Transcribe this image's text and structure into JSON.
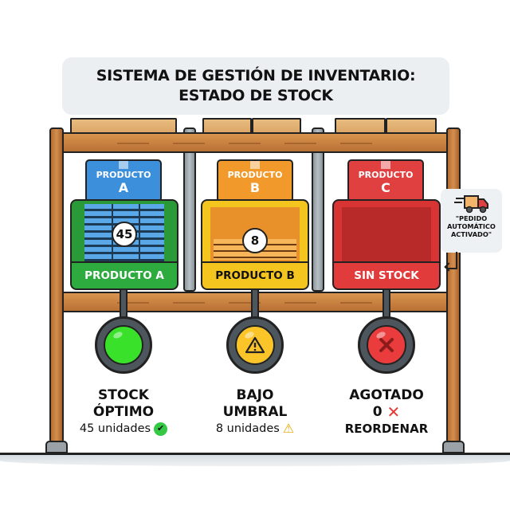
{
  "title": {
    "line1": "SISTEMA DE GESTIÓN DE INVENTARIO:",
    "line2": "ESTADO DE STOCK"
  },
  "products": [
    {
      "box_label": "PRODUCTO",
      "box_letter": "A",
      "bin_label": "PRODUCTO A",
      "count": "45",
      "status_title_1": "STOCK",
      "status_title_2": "ÓPTIMO",
      "status_sub": "45 unidades",
      "status_icon": "check-circle-icon",
      "light": "green",
      "colors": {
        "box": "#3b8fdb",
        "bin": "#2eab3f",
        "light": "#39e12b"
      }
    },
    {
      "box_label": "PRODUCTO",
      "box_letter": "B",
      "bin_label": "PRODUCTO B",
      "count": "8",
      "status_title_1": "BAJO",
      "status_title_2": "UMBRAL",
      "status_sub": "8 unidades",
      "status_icon": "warning-triangle-icon",
      "light": "yellow",
      "colors": {
        "box": "#f2992c",
        "bin": "#f4c51e",
        "light": "#fbc52a"
      }
    },
    {
      "box_label": "PRODUCTO",
      "box_letter": "C",
      "bin_label": "SIN STOCK",
      "count": "0",
      "status_title_1": "AGOTADO",
      "status_title_2": "0",
      "status_sub": "REORDENAR",
      "status_icon": "x-mark-icon",
      "light": "red",
      "colors": {
        "box": "#e04040",
        "bin": "#e23b3b",
        "light": "#ea3c3c"
      }
    }
  ],
  "callout": {
    "icon": "delivery-truck-icon",
    "line1": "\"PEDIDO",
    "line2": "AUTOMÁTICO",
    "line3": "ACTIVADO\""
  },
  "symbols": {
    "check": "✔",
    "warning": "⚠",
    "x": "✕",
    "warning_light": "!"
  }
}
